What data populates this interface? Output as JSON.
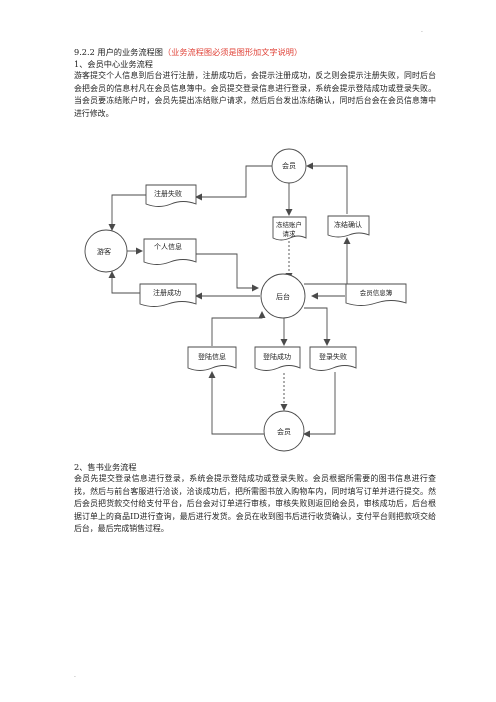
{
  "marks": {
    "top": ".",
    "bottom": "."
  },
  "section": {
    "heading": "9.2.2 用户的业务流程图",
    "heading_note": "（业务流程图必须是图形加文字说明）"
  },
  "part1": {
    "title": "1、会员中心业务流程",
    "text": "游客提交个人信息到后台进行注册，注册成功后，会提示注册成功，反之则会提示注册失败，同时后台会把会员的信息村凡在会员信息簿中。会员提交登录信息进行登录，系统会提示登陆成功或登录失败。当会员要冻结账户时，会员先提出冻结账户请求，然后后台发出冻结确认，同时后台会在会员信息簿中进行修改。"
  },
  "diagram": {
    "nodes": {
      "member_top": "会员",
      "visitor": "游客",
      "backend": "后台",
      "member_bottom": "会员",
      "register_fail": "注册失败",
      "personal_info": "个人信息",
      "register_success": "注册成功",
      "freeze_request_1": "冻结账户",
      "freeze_request_2": "请求",
      "freeze_confirm": "冻结确认",
      "member_info_book": "会员信息簿",
      "login_info": "登陆信息",
      "login_success": "登陆成功",
      "login_fail": "登录失败"
    }
  },
  "part2": {
    "title": "2、售书业务流程",
    "text": "会员先提交登录信息进行登录，系统会提示登陆成功或登录失败。会员根据所需要的图书信息进行查找，然后与前台客服进行洽谈，洽谈成功后，把所需图书放入购物车内，同时填写订单并进行提交。然后会员把货款交付给支付平台，后台会对订单进行审核，审核失败则返回给会员，审核成功后，后台根据订单上的商品ID进行查询，最后进行发货。会员在收到图书后进行收货确认，支付平台则把款项交给后台，最后完成销售过程。"
  }
}
